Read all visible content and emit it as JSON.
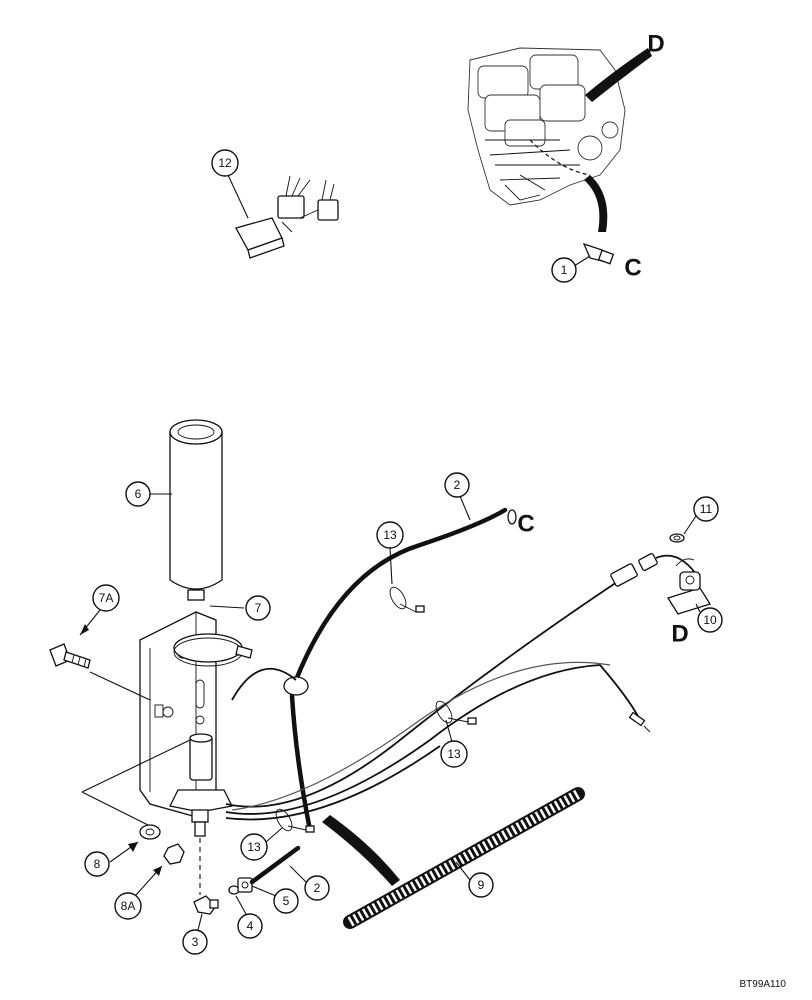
{
  "callouts": {
    "c1": "1",
    "c2a": "2",
    "c2b": "2",
    "c3": "3",
    "c4": "4",
    "c5": "5",
    "c6": "6",
    "c7": "7",
    "c7a": "7A",
    "c8": "8",
    "c8a": "8A",
    "c9": "9",
    "c10": "10",
    "c11": "11",
    "c12": "12",
    "c13a": "13",
    "c13b": "13",
    "c13c": "13"
  },
  "refs": {
    "d_top": "D",
    "c_top": "C",
    "c_mid": "C",
    "d_bottom": "D"
  },
  "figure_id": "BT99A110"
}
